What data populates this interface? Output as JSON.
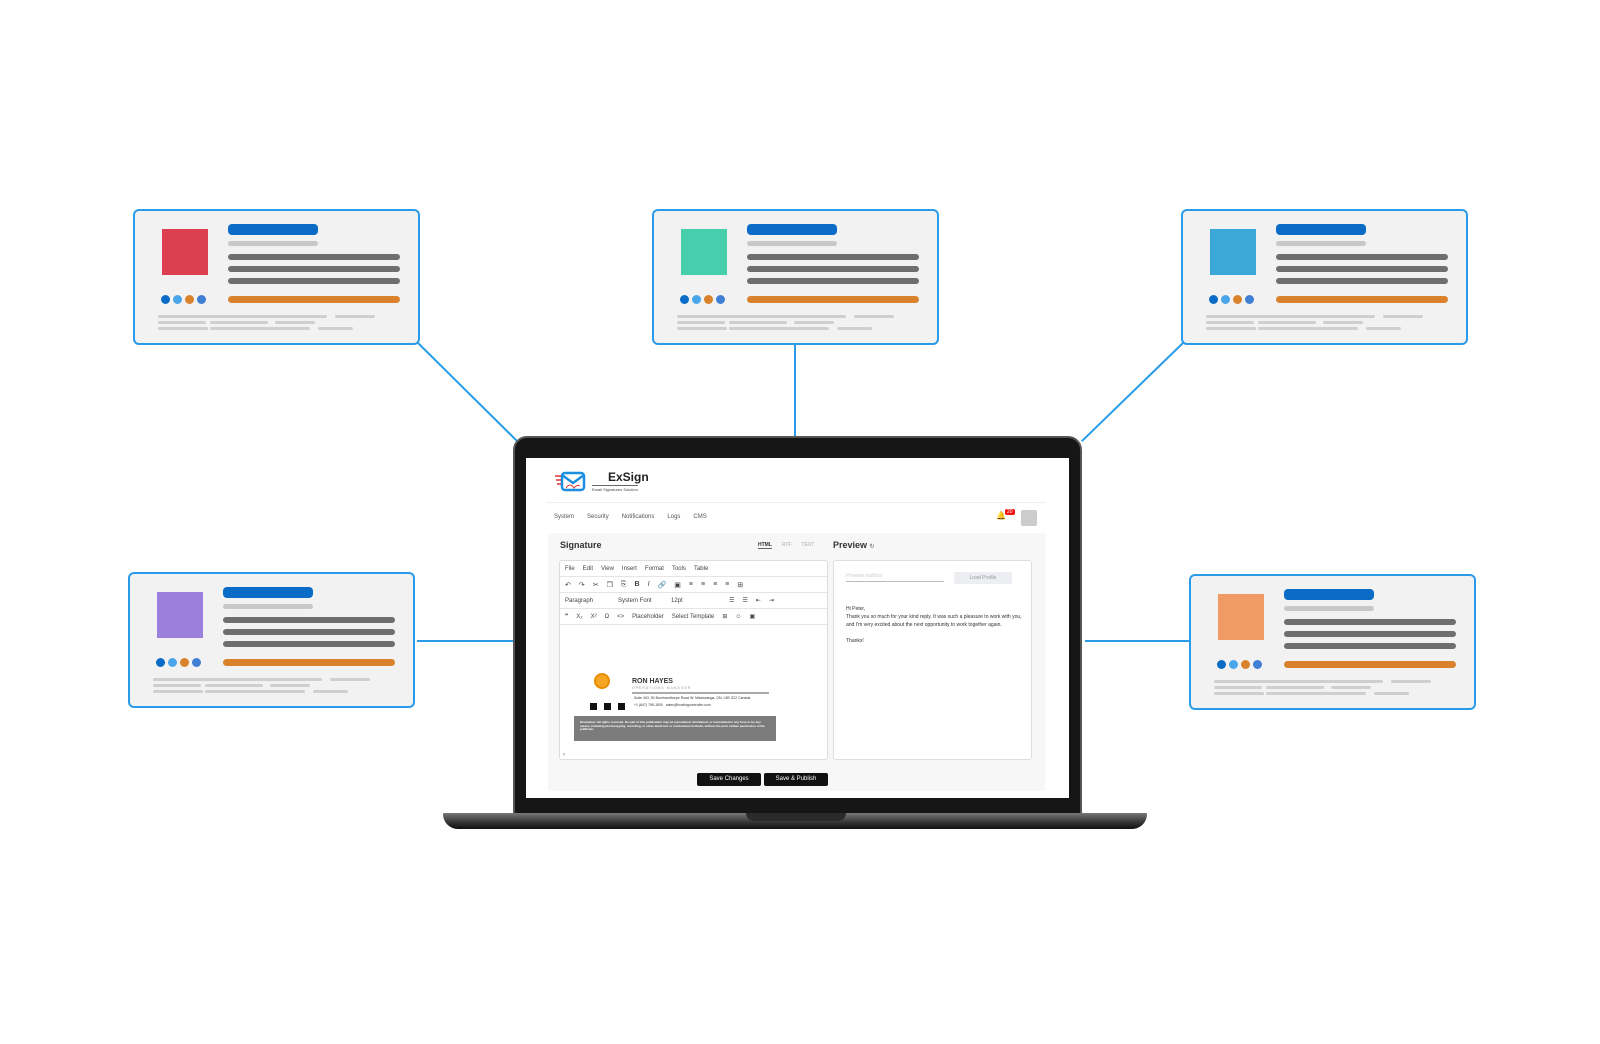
{
  "cards": [
    {
      "square_color": "#dc3f50"
    },
    {
      "square_color": "#47cfad"
    },
    {
      "square_color": "#3aa8d8"
    },
    {
      "square_color": "#9b7fdc"
    },
    {
      "square_color": "#f09a64"
    }
  ],
  "colors": {
    "accent": "#2a9be8",
    "title_bar": "#0a6cc6",
    "orange_bar": "#d9822b",
    "dots": [
      "#0a6cc6",
      "#4aa6ea",
      "#d9822b",
      "#3f7fd4"
    ]
  },
  "app": {
    "logo_name": "ExSign",
    "logo_tagline": "Email Signatures Solution",
    "nav": [
      "System",
      "Security",
      "Notifications",
      "Logs",
      "CMS"
    ],
    "notification_count": "20",
    "signature_title": "Signature",
    "format_tabs": [
      "HTML",
      "RTF",
      "TEXT"
    ],
    "preview_title": "Preview",
    "menu": [
      "File",
      "Edit",
      "View",
      "Insert",
      "Format",
      "Tools",
      "Table"
    ],
    "paragraph": "Paragraph",
    "font": "System Font",
    "size": "12pt",
    "placeholder": "Placeholder",
    "select_template": "Select Template",
    "status_path": "p",
    "sig": {
      "name": "RON HAYES",
      "role": "OPERATIONS MANAGER",
      "address": "Suite 403, 50 Burnhamthorpe Road W. Mississauga, ON, L5B 3C2 Canada",
      "phone": "+1 (647) 795-1500",
      "email": "sales@hostingcontroller.com",
      "disclaimer": "Disclaimer: All rights reserved. No part of this publication may be reproduced, distributed, or transmitted in any form or by any means, including photocopying, recording, or other electronic or mechanical methods, without the prior written permission of the publisher."
    },
    "preview_mailbox_placeholder": "Preview mailbox",
    "load_profile": "Load Profile",
    "preview_greeting": "Hi Peter,",
    "preview_body": "Thank you so much for your kind reply. It was such a pleasure to work with you, and I'm very excited about the next opportunity to work together again.",
    "preview_thanks": "Thanks!",
    "save_changes": "Save Changes",
    "save_publish": "Save & Publish"
  }
}
